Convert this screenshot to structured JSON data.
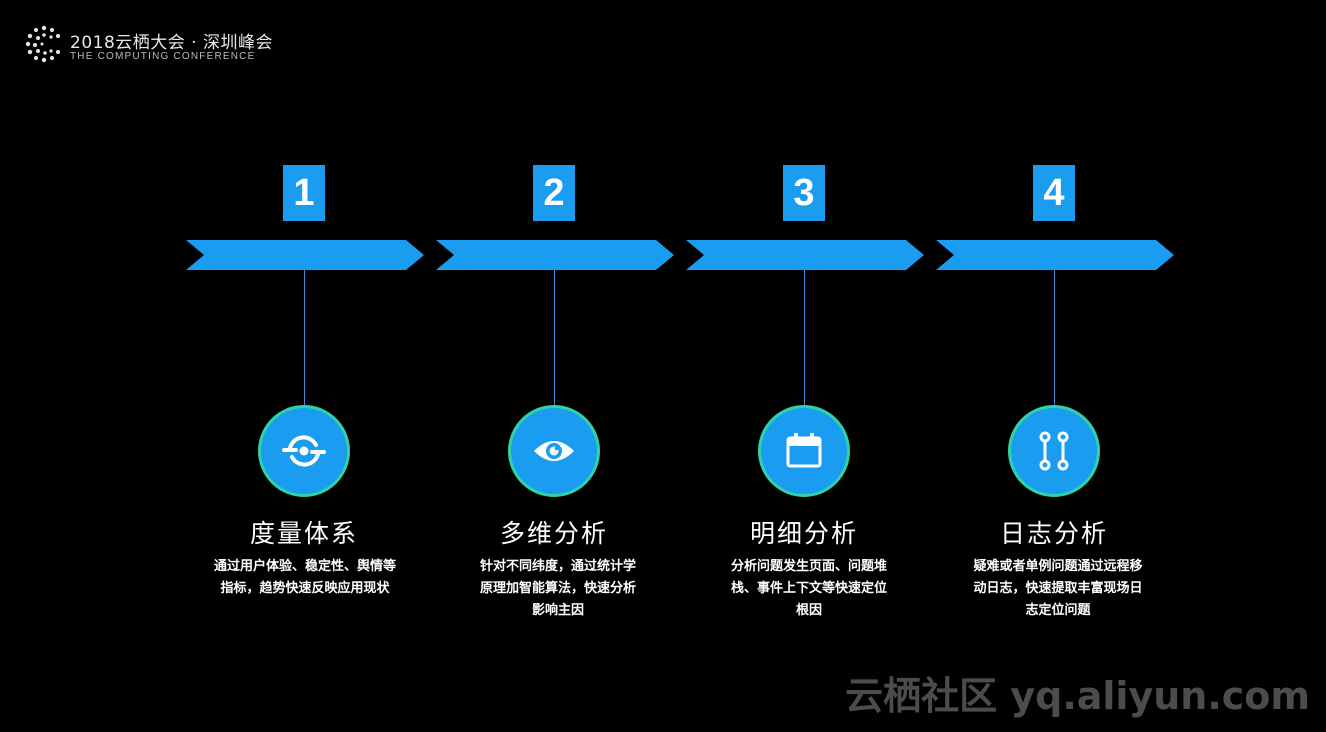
{
  "header": {
    "title": "2018云栖大会 · 深圳峰会",
    "subtitle": "THE COMPUTING CONFERENCE",
    "logo_icon": "conference-logo-icon"
  },
  "steps": [
    {
      "number": "1",
      "title": "度量体系",
      "desc": "通过用户体验、稳定性、舆情等指标，趋势快速反映应用现状",
      "icon": "measure-cycle-icon"
    },
    {
      "number": "2",
      "title": "多维分析",
      "desc": "针对不同纬度，通过统计学原理加智能算法，快速分析影响主因",
      "icon": "eye-icon"
    },
    {
      "number": "3",
      "title": "明细分析",
      "desc": "分析问题发生页面、问题堆栈、事件上下文等快速定位根因",
      "icon": "calendar-icon"
    },
    {
      "number": "4",
      "title": "日志分析",
      "desc": "疑难或者单例问题通过远程移动日志，快速提取丰富现场日志定位问题",
      "icon": "route-nodes-icon"
    }
  ],
  "watermark": "云栖社区 yq.aliyun.com",
  "colors": {
    "background": "#000000",
    "accent_blue": "#1a9cf0",
    "circle_ring": "#2fd3a8"
  }
}
